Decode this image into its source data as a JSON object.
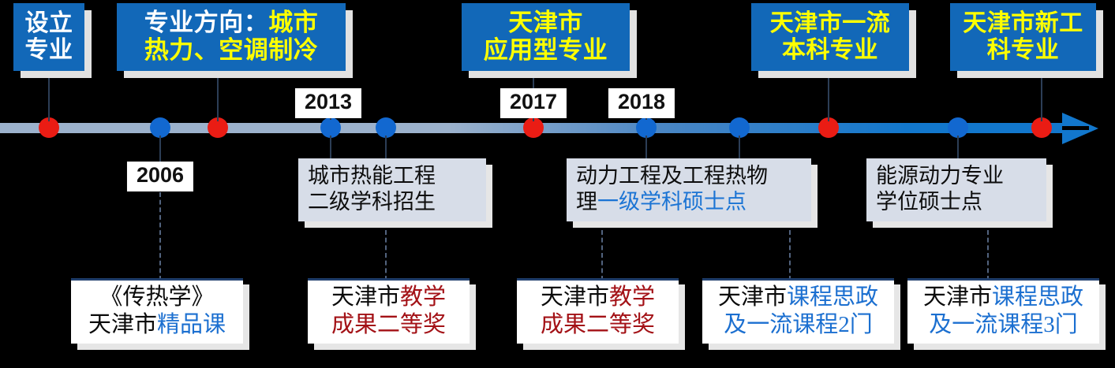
{
  "diagram": {
    "title": "Program development timeline",
    "axis": {
      "type": "arrow-right",
      "color_left": "#9cb2cc",
      "color_right": "#1277cc"
    },
    "colors": {
      "callout_bg": "#1268b8",
      "callout_text": "#ffffff",
      "callout_accent": "#ffff00",
      "dot_blue": "#1268d0",
      "dot_red": "#ea1c14",
      "gray_box_bg": "#d7dde8",
      "white_box_bg": "#ffffff",
      "blue_text": "#1b6fd0",
      "red_text": "#a31116"
    },
    "callouts": [
      {
        "id": "callout-establish-major",
        "line1_white": "设立",
        "line2_white": "专业",
        "line1_yellow": "",
        "line2_yellow": ""
      },
      {
        "id": "callout-major-direction",
        "line1_white": "专业方向：",
        "line1_yellow": "城市",
        "line2_white": "",
        "line2_yellow": "热力、空调制冷"
      },
      {
        "id": "callout-tianjin-applied-major",
        "line1_yellow": "天津市",
        "line2_yellow": "应用型专业",
        "line1_white": "",
        "line2_white": ""
      },
      {
        "id": "callout-tianjin-first-class-undergraduate",
        "line1_yellow": "天津市一流",
        "line2_yellow": "本科专业",
        "line1_white": "",
        "line2_white": ""
      },
      {
        "id": "callout-tianjin-new-engineering",
        "line1_yellow": "天津市新工",
        "line2_yellow": "科专业",
        "line1_white": "",
        "line2_white": ""
      }
    ],
    "years": [
      {
        "id": "year-2006",
        "label": "2006"
      },
      {
        "id": "year-2013",
        "label": "2013"
      },
      {
        "id": "year-2017",
        "label": "2017"
      },
      {
        "id": "year-2018",
        "label": "2018"
      }
    ],
    "milestone_boxes": [
      {
        "id": "milestone-urban-thermal-engineering",
        "line1_black": "城市热能工程",
        "line1_blue": "",
        "line2_black": "二级学科招生",
        "line2_blue": ""
      },
      {
        "id": "milestone-power-engineering-masters",
        "line1_black": "动力工程及工程热物",
        "line1_blue": "",
        "line2_black": "理",
        "line2_blue": "一级学科硕士点"
      },
      {
        "id": "milestone-energy-power-masters",
        "line1_black": "能源动力专业",
        "line1_blue": "",
        "line2_black": "学位硕士点",
        "line2_blue": ""
      }
    ],
    "award_boxes": [
      {
        "id": "award-heat-transfer-course",
        "line1_black": "《传热学》",
        "line1_colored": "",
        "line1_color": "",
        "line2_black": "天津市",
        "line2_colored": "精品课",
        "line2_color": "blue"
      },
      {
        "id": "award-teaching-achievement-second-prize-1",
        "line1_black": "天津市",
        "line1_colored": "教学",
        "line1_color": "red",
        "line2_black": "",
        "line2_colored": "成果二等奖",
        "line2_color": "red"
      },
      {
        "id": "award-teaching-achievement-second-prize-2",
        "line1_black": "天津市",
        "line1_colored": "教学",
        "line1_color": "red",
        "line2_black": "",
        "line2_colored": "成果二等奖",
        "line2_color": "red"
      },
      {
        "id": "award-ideological-courses-2",
        "line1_black": "天津市",
        "line1_colored": "课程思政",
        "line1_color": "blue",
        "line2_black": "",
        "line2_colored": "及一流课程2门",
        "line2_color": "blue"
      },
      {
        "id": "award-ideological-courses-3",
        "line1_black": "天津市",
        "line1_colored": "课程思政",
        "line1_color": "blue",
        "line2_black": "",
        "line2_colored": "及一流课程3门",
        "line2_color": "blue"
      }
    ]
  }
}
